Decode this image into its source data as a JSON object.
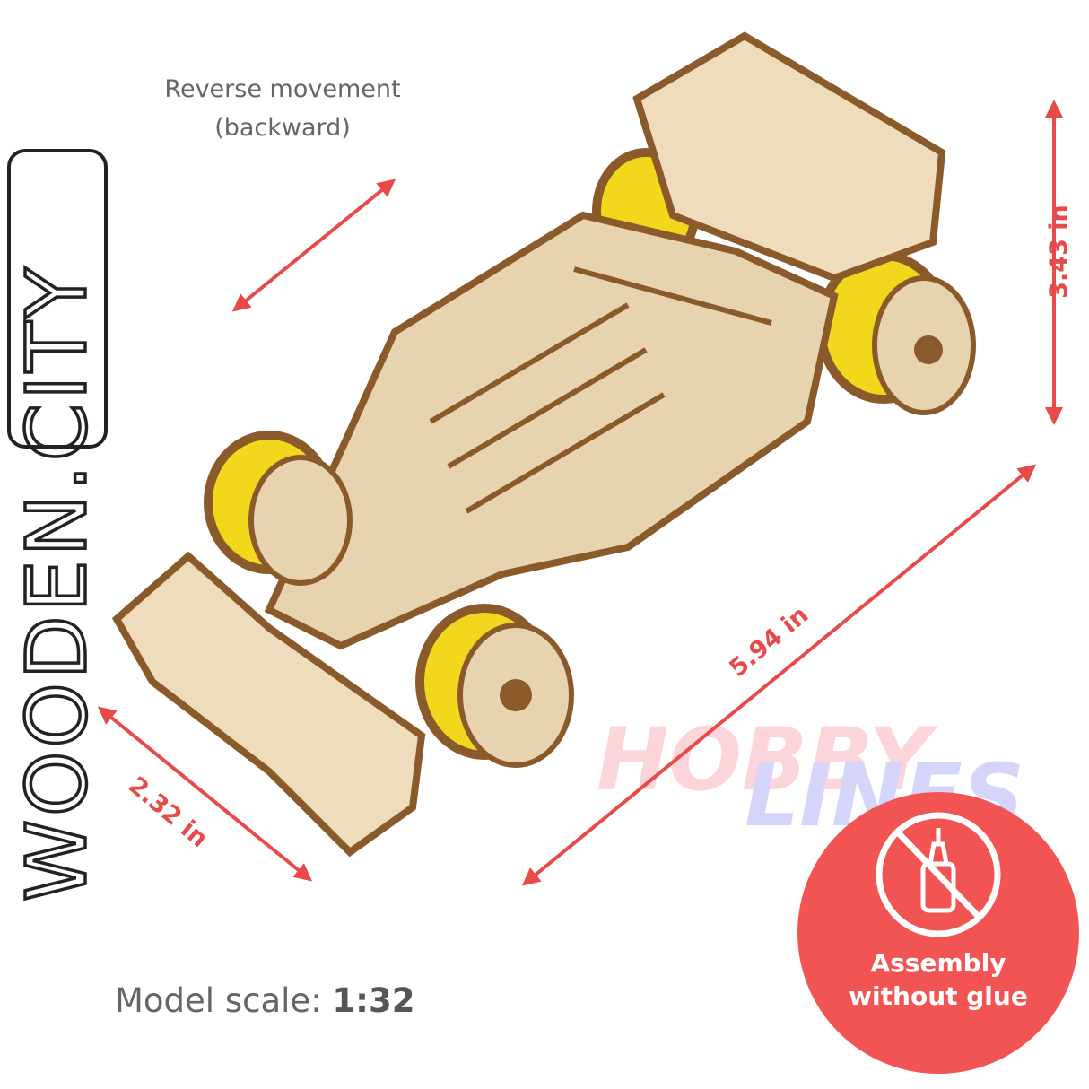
{
  "logo": {
    "text": "WOODEN.CITY"
  },
  "watermark": {
    "line1": "HOBBY",
    "line2": "LINES"
  },
  "annotations": {
    "reverse_line1": "Reverse movement",
    "reverse_line2": "(backward)",
    "height": "3.43 in",
    "length": "5.94 in",
    "width": "2.32 in"
  },
  "scale": {
    "label": "Model scale:",
    "value": "1:32"
  },
  "badge": {
    "line1": "Assembly",
    "line2": "without glue",
    "icon": "no-glue-icon"
  },
  "colors": {
    "accent": "#e84a4a",
    "badge": "#f25454",
    "wood": "#e8d3b0",
    "wheel": "#f2d81c"
  }
}
